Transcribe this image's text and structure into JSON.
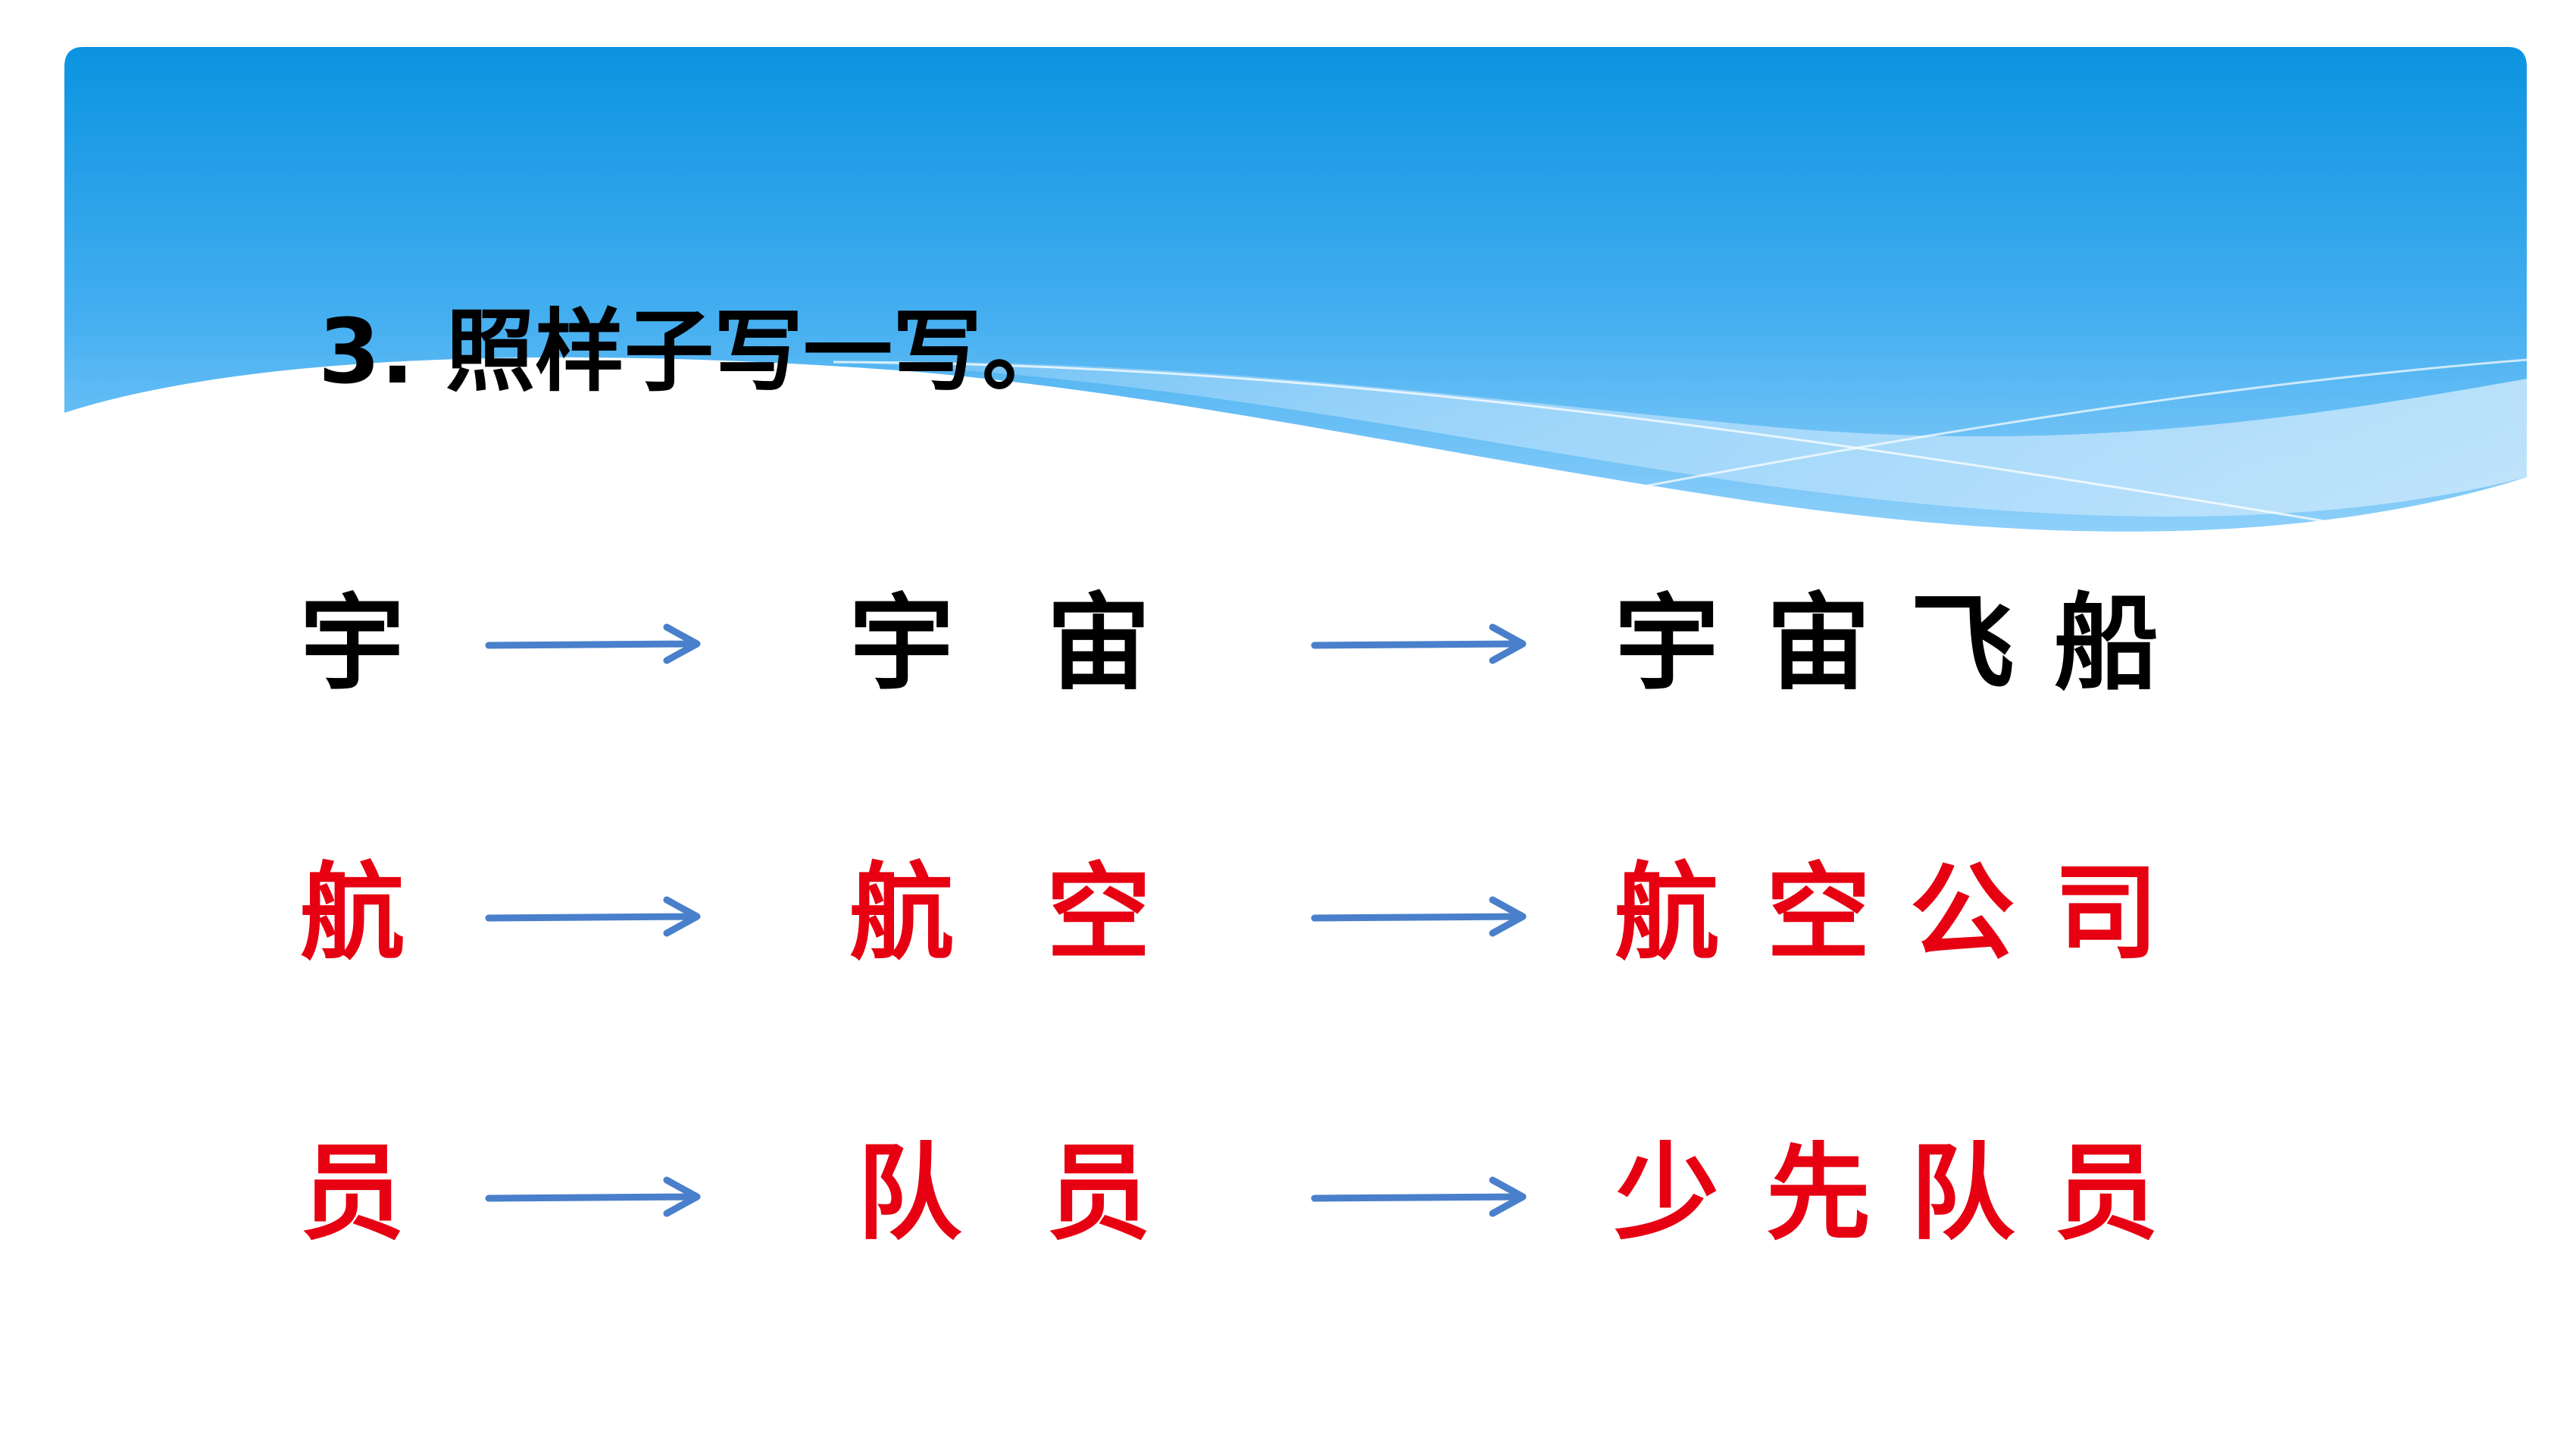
{
  "title": "3. 照样子写一写。",
  "colors": {
    "band_top": "#0b93e0",
    "band_bottom": "#bfe3fb",
    "black_text": "#000000",
    "red_text": "#e60012",
    "arrow": "#4a7fcb"
  },
  "rows": [
    {
      "style": "black",
      "single": "宇",
      "pair": [
        "宇",
        "宙"
      ],
      "phrase": [
        "宇",
        "宙",
        "飞",
        "船"
      ]
    },
    {
      "style": "red",
      "single": "航",
      "pair": [
        "航",
        "空"
      ],
      "phrase": [
        "航",
        "空",
        "公",
        "司"
      ]
    },
    {
      "style": "red",
      "single": "员",
      "pair": [
        "队",
        "员"
      ],
      "phrase": [
        "少",
        "先",
        "队",
        "员"
      ]
    }
  ]
}
